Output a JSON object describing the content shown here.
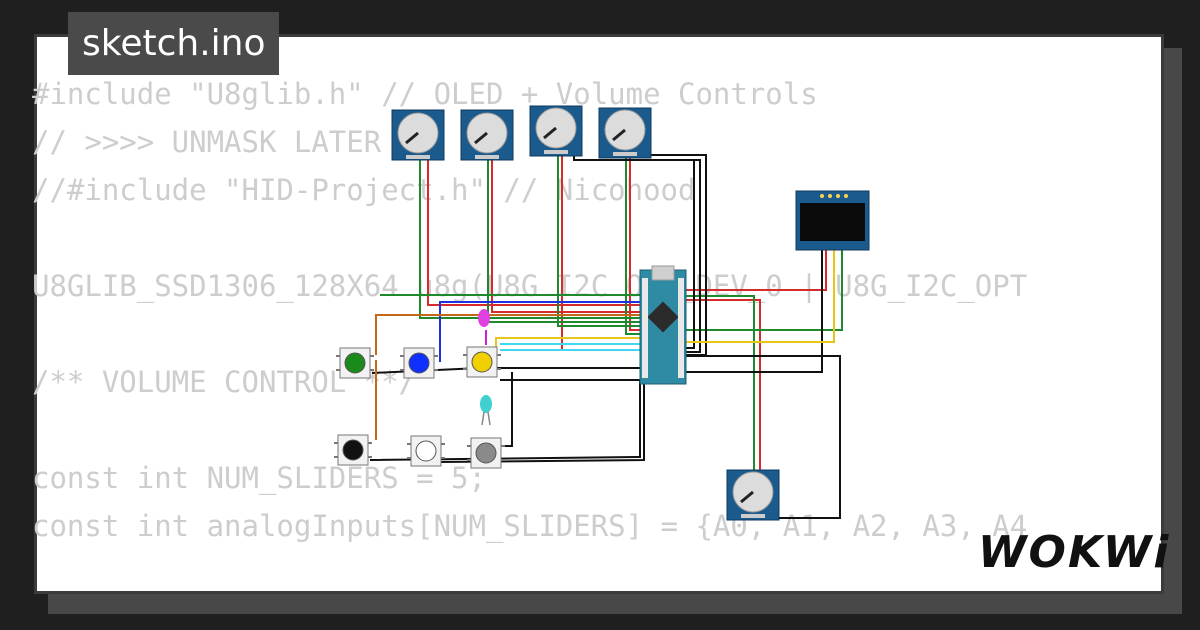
{
  "title": "sketch.ino",
  "code_lines": [
    "#include \"U8glib.h\" // OLED + Volume Controls",
    "// >>>> UNMASK LATER",
    "//#include \"HID-Project.h\" // Nicohood",
    "",
    "U8GLIB_SSD1306_128X64 u8g(U8G_I2C_OPT_DEV_0 | U8G_I2C_OPT",
    "",
    "/** VOLUME CONTROL **/",
    "",
    "const int NUM_SLIDERS = 5;",
    "const int analogInputs[NUM_SLIDERS] = {A0, A1, A2, A3, A4"
  ],
  "logo": "WOKWi",
  "colors": {
    "background": "#1f1f1f",
    "card": "#ffffff",
    "code_text": "#cdcdcd",
    "pot_blue": "#1b5a8c",
    "arduino_teal": "#2f8aa3",
    "oled_black": "#0a0a0a",
    "wire_red": "#d52b2b",
    "wire_green": "#1f8a2c",
    "wire_black": "#111111",
    "wire_yellow": "#e6c619",
    "wire_blue": "#2030e0",
    "wire_cyan": "#3fd8f0",
    "wire_magenta": "#d020d0",
    "wire_orange": "#c26a1a"
  },
  "buttons": [
    {
      "color": "#1a8a1a"
    },
    {
      "color": "#1030ff"
    },
    {
      "color": "#f0d000"
    },
    {
      "color": "#111111"
    },
    {
      "color": "#ffffff"
    },
    {
      "color": "#8a8a8a"
    }
  ],
  "leds": [
    {
      "color": "#e040e0"
    },
    {
      "color": "#40d0d0"
    }
  ]
}
